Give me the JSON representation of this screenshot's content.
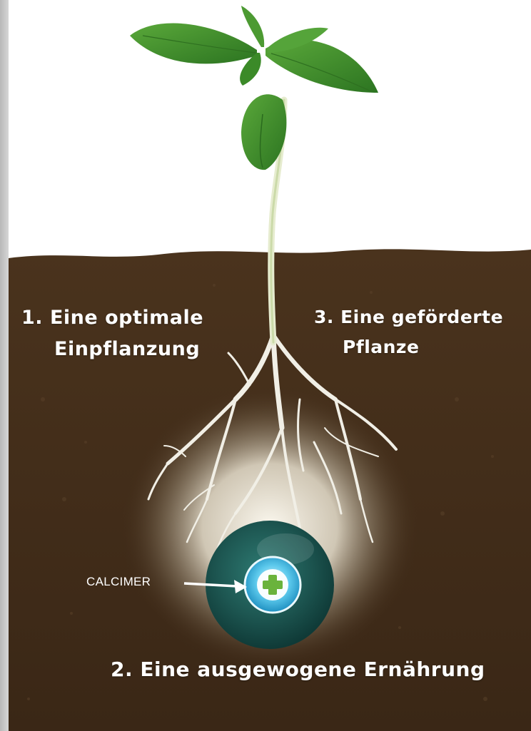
{
  "labels": {
    "optimal_planting_line1": "1. Eine optimale",
    "optimal_planting_line2": "Einpflanzung",
    "promoted_plant_line1": "3. Eine geförderte",
    "promoted_plant_line2": "Pflanze",
    "balanced_nutrition": "2. Eine ausgewogene Ernährung",
    "product_name": "CALCIMER"
  },
  "colors": {
    "soil": "#3f2a18",
    "leaf": "#3f8f2a",
    "root": "#f1efe6",
    "granule": "#1e5a55",
    "granule_core": "#4fc3e8",
    "cross": "#6ab33c"
  },
  "icons": {
    "granule_center": "plus-cross-icon"
  }
}
